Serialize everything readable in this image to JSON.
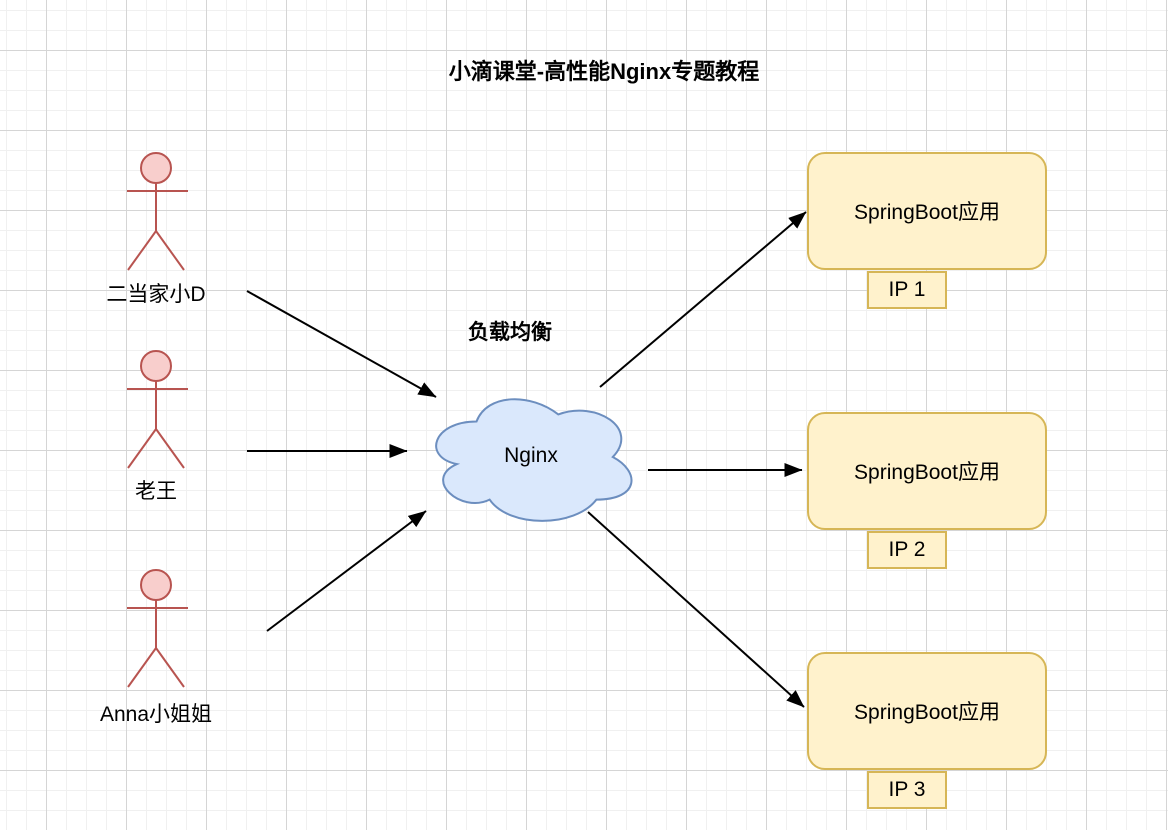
{
  "title": "小滴课堂-高性能Nginx专题教程",
  "diagram": {
    "users": [
      {
        "label": "二当家小D"
      },
      {
        "label": "老王"
      },
      {
        "label": "Anna小姐姐"
      }
    ],
    "load_balancer": {
      "caption": "负载均衡",
      "node_label": "Nginx"
    },
    "servers": [
      {
        "label": "SpringBoot应用",
        "tag": "IP 1"
      },
      {
        "label": "SpringBoot应用",
        "tag": "IP 2"
      },
      {
        "label": "SpringBoot应用",
        "tag": "IP 3"
      }
    ],
    "colors": {
      "actor_stroke": "#b85450",
      "actor_head_fill": "#f8cecc",
      "cloud_fill": "#dae8fc",
      "cloud_stroke": "#6c8ebf",
      "server_fill": "#fff2cc",
      "server_stroke": "#d6b656",
      "arrow": "#000000",
      "grid_minor": "#f0f0f0",
      "grid_major": "#d5d5d5"
    }
  }
}
